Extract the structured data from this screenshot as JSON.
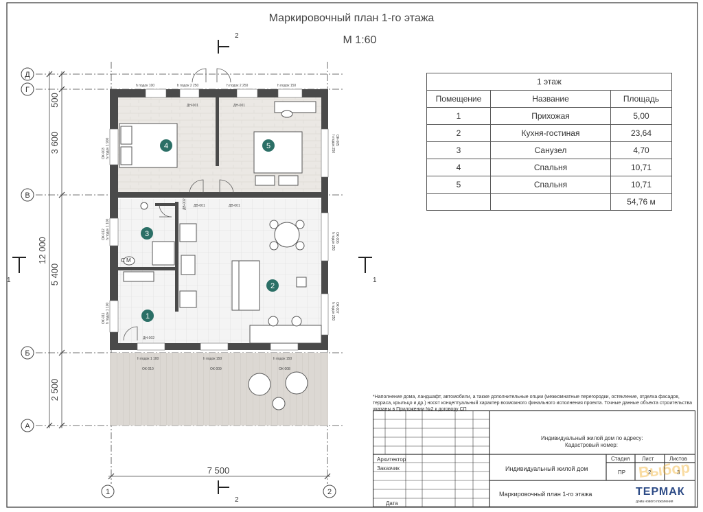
{
  "title": "Маркировочный план 1-го этажа",
  "scale": "М 1:60",
  "axes": {
    "letters": [
      "Д",
      "Г",
      "В",
      "Б",
      "А"
    ],
    "numbers": [
      "1",
      "2"
    ]
  },
  "dimensions": {
    "total_height": "12 000",
    "segments": [
      "500",
      "3 600",
      "5 400",
      "2 500"
    ],
    "width": "7 500"
  },
  "sections": {
    "top_mark": "2",
    "bottom_mark": "2",
    "left_mark": "1",
    "right_mark": "1"
  },
  "markers": {
    "top": [
      "h подок 100",
      "h подок 2 250",
      "h подок 2 250",
      "h подок 150"
    ],
    "doors": [
      "ДН-001",
      "ДН-001",
      "ДВ-001",
      "ДВ-001",
      "ДВ-002",
      "ДН-002"
    ],
    "windows_left": [
      "ОК-003",
      "h подок 1 900",
      "ОК-012",
      "h подок 1 100",
      "ОК-011",
      "h подок 1 100"
    ],
    "windows_right": [
      "ОК-005",
      "h подок 250",
      "ОК-006",
      "h подок 250",
      "ОК-007",
      "h подок 250"
    ],
    "terrace": [
      "h подок 1 100",
      "ОК-010",
      "h подок 150",
      "ОК-009",
      "h подок 150",
      "ОК-008"
    ]
  },
  "room_markers": [
    "1",
    "2",
    "3",
    "4",
    "5"
  ],
  "wc_label": "С М",
  "table": {
    "caption": "1 этаж",
    "headers": [
      "Помещение",
      "Название",
      "Площадь"
    ],
    "rows": [
      [
        "1",
        "Прихожая",
        "5,00"
      ],
      [
        "2",
        "Кухня-гостиная",
        "23,64"
      ],
      [
        "3",
        "Санузел",
        "4,70"
      ],
      [
        "4",
        "Спальня",
        "10,71"
      ],
      [
        "5",
        "Спальня",
        "10,71"
      ]
    ],
    "total": "54,76 м"
  },
  "note": "*Наполнение дома, ландшафт, автомобили, а также дополнительные опции (межкомнатные перегородки, остекление, отделка фасадов, терраса, крыльцо и др.) носят концептуальный характер возможного финального исполнения проекта. Точные данные объекта строительства указаны в Приложении №2 к договору СП",
  "stamp": {
    "address": "Индивидуальный жилой дом по адресу:",
    "cadastre": "Кадастровый номер:",
    "architect": "Архитектор",
    "customer": "Заказчик",
    "date": "Дата",
    "house": "Индивидуальный жилой дом",
    "sheet_title": "Маркировочный план 1-го этажа",
    "stage_h": "Стадия",
    "sheet_h": "Лист",
    "sheets_h": "Листов",
    "stage": "ПР",
    "sheet": "2",
    "sheets": "3"
  },
  "logo": {
    "text": "ТЕРМАК",
    "sub": "дома нового поколения",
    "watermark": "Выбор"
  },
  "colors": {
    "wall": "#444444",
    "floor_wood": "#e9e6e2",
    "floor_tile": "#f2f2f2",
    "terrace": "#dcd8d4",
    "marker": "#2b6f66"
  }
}
